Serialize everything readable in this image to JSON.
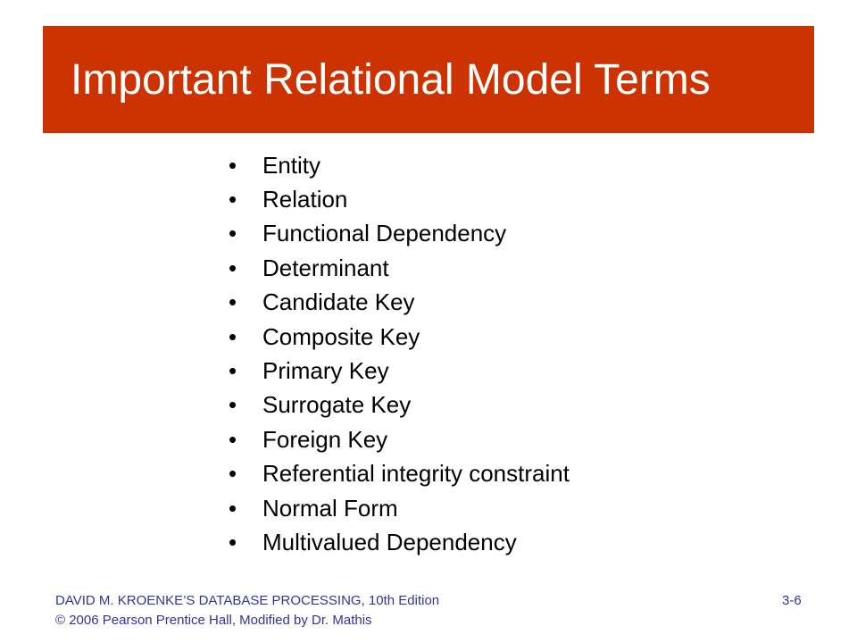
{
  "slide": {
    "title": "Important Relational Model Terms",
    "bullet_glyph": "•",
    "bullets": [
      "Entity",
      "Relation",
      "Functional Dependency",
      "Determinant",
      "Candidate Key",
      "Composite Key",
      "Primary Key",
      "Surrogate Key",
      "Foreign Key",
      "Referential integrity constraint",
      "Normal Form",
      "Multivalued Dependency"
    ]
  },
  "footer": {
    "line1": "DAVID M. KROENKE’S DATABASE PROCESSING, 10th Edition",
    "line2": "© 2006 Pearson Prentice Hall, Modified by Dr. Mathis",
    "page_number": "3-6"
  },
  "colors": {
    "banner": "#cc3300",
    "title_text": "#ffffff",
    "body_text": "#000000",
    "footer_text": "#333399"
  }
}
